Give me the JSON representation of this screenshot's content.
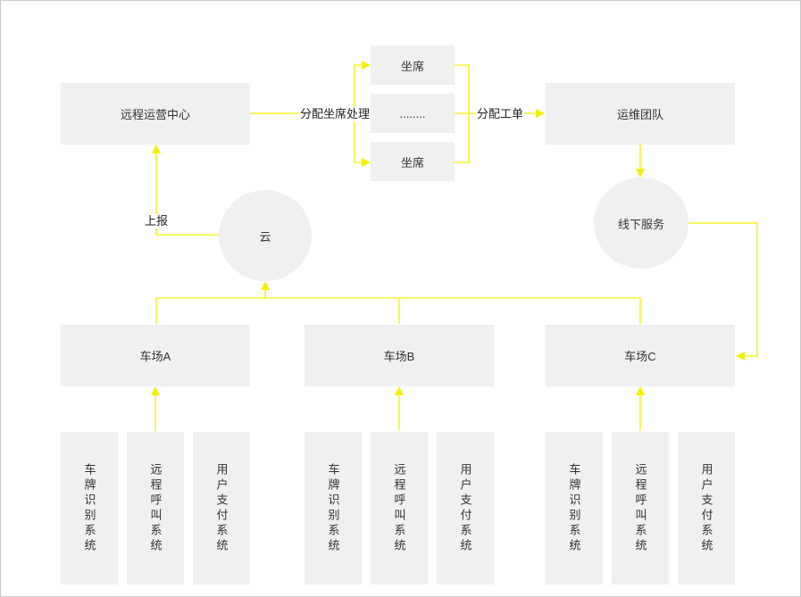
{
  "center": {
    "label": "远程运营中心"
  },
  "seats": {
    "top": "坐席",
    "middle": "........",
    "bottom": "坐席"
  },
  "team": {
    "label": "运维团队"
  },
  "cloud": {
    "label": "云"
  },
  "offline": {
    "label": "线下服务"
  },
  "edges": {
    "assign_seat": "分配坐席处理",
    "assign_order": "分配工单",
    "report": "上报"
  },
  "lots": [
    {
      "label": "车场A",
      "systems": [
        "车牌识别系统",
        "远程呼叫系统",
        "用户支付系统"
      ]
    },
    {
      "label": "车场B",
      "systems": [
        "车牌识别系统",
        "远程呼叫系统",
        "用户支付系统"
      ]
    },
    {
      "label": "车场C",
      "systems": [
        "车牌识别系统",
        "远程呼叫系统",
        "用户支付系统"
      ]
    }
  ],
  "colors": {
    "connector": "#f2f200",
    "node_fill": "#f0f0f0",
    "text": "#333333"
  }
}
